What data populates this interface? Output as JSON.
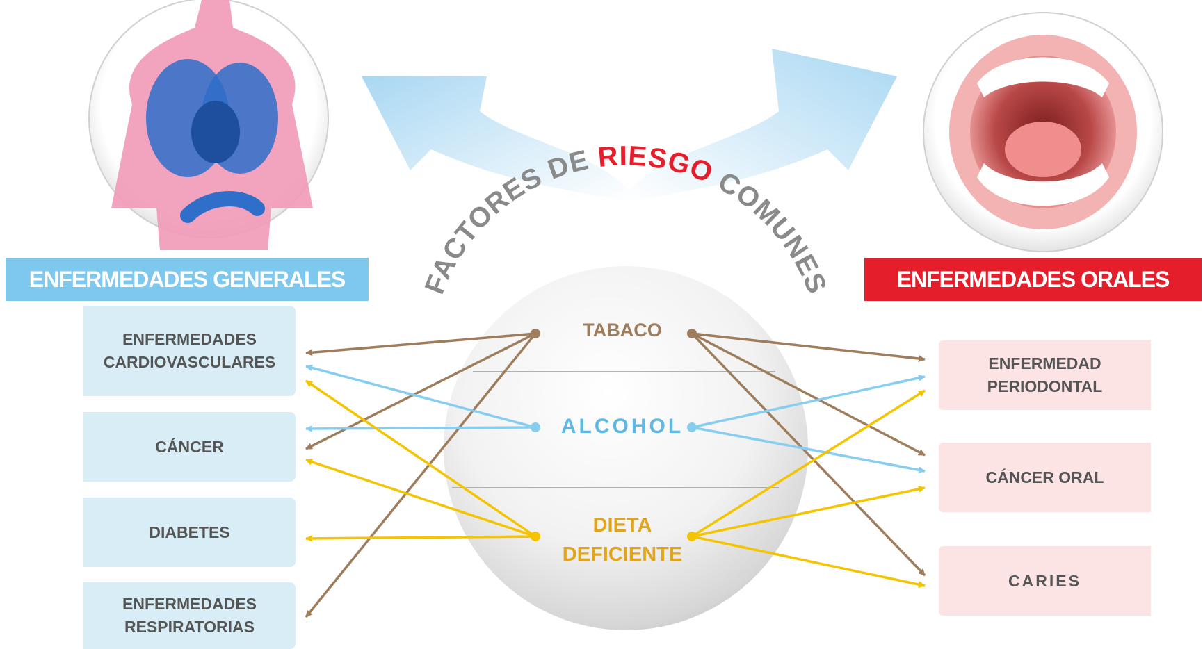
{
  "headers": {
    "general": "ENFERMEDADES GENERALES",
    "oral": "ENFERMEDADES ORALES"
  },
  "center": {
    "arc_part1": "FACTORES DE ",
    "arc_part2": "RIESGO",
    "arc_part3": " COMUNES",
    "factors": [
      {
        "label": "TABACO",
        "color": "#9e7d5c"
      },
      {
        "label": "ALCOHOL",
        "color": "#5fb7e5"
      },
      {
        "label": "DIETA\nDEFICIENTE",
        "color": "#e2a51a"
      }
    ]
  },
  "general_diseases": [
    {
      "label": "ENFERMEDADES\nCARDIOVASCULARES"
    },
    {
      "label": "CÁNCER"
    },
    {
      "label": "DIABETES"
    },
    {
      "label": "ENFERMEDADES\nRESPIRATORIAS"
    }
  ],
  "oral_diseases": [
    {
      "label": "ENFERMEDAD\nPERIODONTAL"
    },
    {
      "label": "CÁNCER ORAL"
    },
    {
      "label": "CARIES"
    }
  ],
  "colors": {
    "general_accent": "#7ec8ee",
    "oral_accent": "#e41f2b",
    "tabaco": "#9e7d5c",
    "alcohol": "#87cdf0",
    "dieta": "#f5c400",
    "riesgo": "#e41f2b",
    "arc_text": "#8a8a8a"
  },
  "icons": {
    "body": "human-organs-icon",
    "mouth": "open-mouth-icon",
    "arrows": "curved-arrows-icon"
  }
}
